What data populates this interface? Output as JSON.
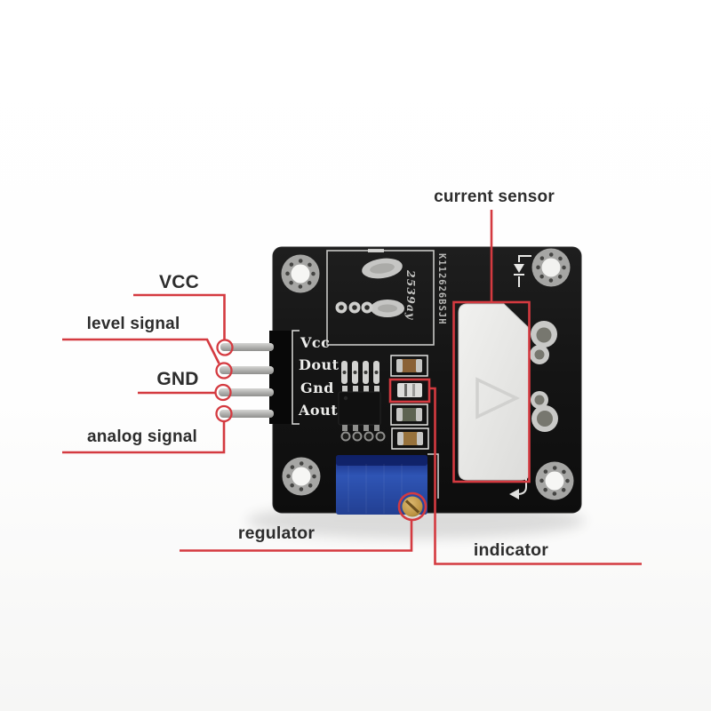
{
  "figure": {
    "type": "annotated product photo",
    "subject": "hall-effect current sensor module PCB"
  },
  "annotations": {
    "current_sensor": {
      "label": "current sensor"
    },
    "vcc": {
      "label": "VCC"
    },
    "level_signal": {
      "label": "level signal"
    },
    "gnd": {
      "label": "GND"
    },
    "analog_signal": {
      "label": "analog signal"
    },
    "regulator": {
      "label": "regulator"
    },
    "indicator": {
      "label": "indicator"
    }
  },
  "board": {
    "pin_labels": [
      "Vcc",
      "Dout",
      "Gnd",
      "Aout"
    ],
    "side_marking": "K112626BSJH",
    "silkscreen_marking": "2539ay"
  },
  "colors": {
    "annotation_red": "#d43a40",
    "board_black": "#141414",
    "potentiometer_blue": "#2a4da8",
    "screw_gold": "#c49a48",
    "sensor_body": "#e9e9e7"
  }
}
